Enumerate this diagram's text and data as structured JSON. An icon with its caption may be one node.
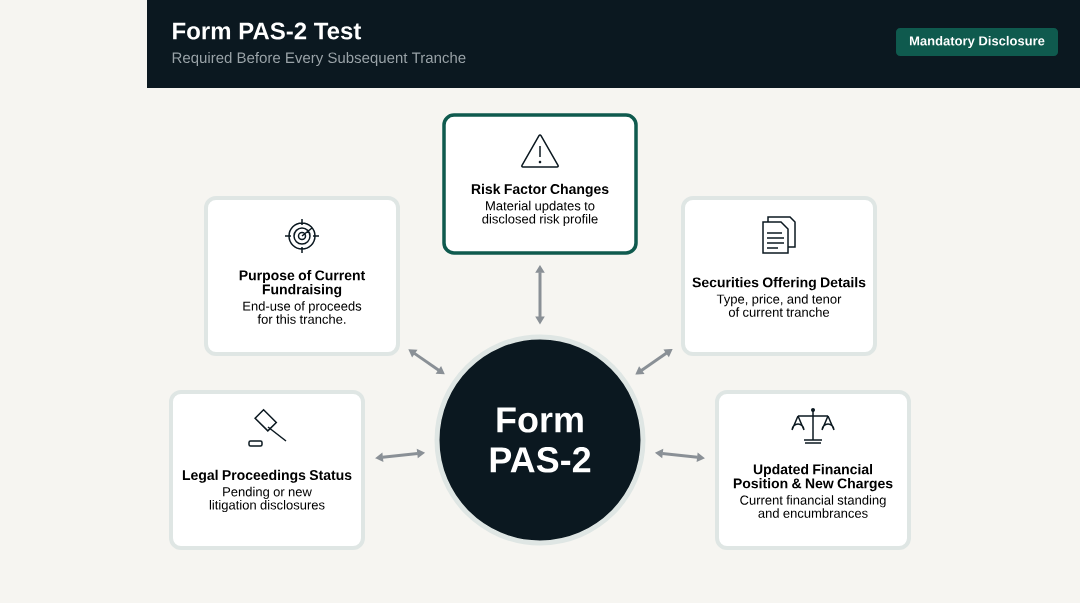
{
  "diagram": {
    "title": "Form PAS-2 Test",
    "nodes": [
      {
        "text": [
          "Form PAS-2"
        ]
      },
      {
        "text": [
          "Risk Factor Changes",
          "Material updates to disclosed risk profile"
        ]
      },
      {
        "text": [
          "Purpose of Current Fundraising",
          "End-use of proceeds for this tranche."
        ]
      },
      {
        "text": [
          "Securities Offering Details",
          "Type, price, and tenor of current tranche"
        ]
      },
      {
        "text": [
          "Legal Proceedings Status",
          "Pending or new litigation disclosures"
        ]
      },
      {
        "text": [
          "Updated Financial Position & New Charges",
          "Current financial standing and encumbrances"
        ]
      }
    ],
    "edges": [
      {
        "from": 0,
        "to": 1,
        "arrow": "both"
      },
      {
        "from": 0,
        "to": 2,
        "arrow": "both"
      },
      {
        "from": 0,
        "to": 3,
        "arrow": "both"
      },
      {
        "from": 0,
        "to": 4,
        "arrow": "both"
      },
      {
        "from": 0,
        "to": 5,
        "arrow": "both"
      }
    ],
    "labels": [
      "Required Before Every Subsequent Tranche",
      "Mandatory Disclosure"
    ]
  }
}
